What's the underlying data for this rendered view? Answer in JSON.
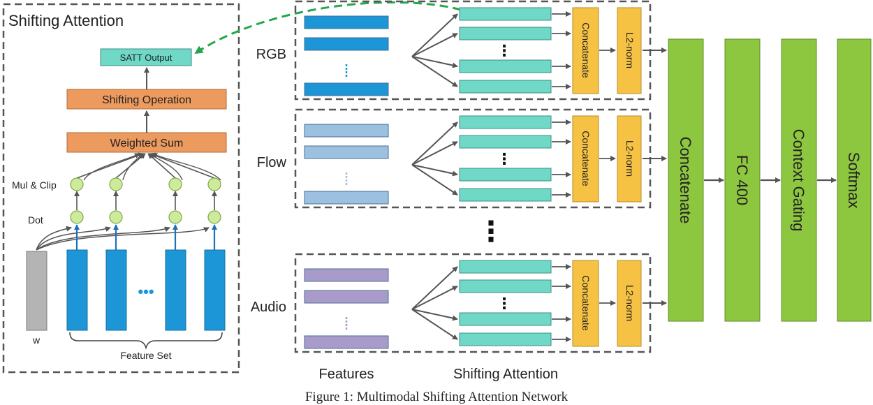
{
  "colors": {
    "orange": "#ed9a5e",
    "teal": "#6fd8c6",
    "yellow": "#f6c244",
    "green": "#8dc63f",
    "blue": "#1c96d6",
    "grey": "#b4b4b4",
    "node": "#cdeb9a",
    "dash_green": "#22a84a"
  },
  "left_panel": {
    "title": "Shifting Attention",
    "satt_output": "SATT Output",
    "shifting_operation": "Shifting Operation",
    "weighted_sum": "Weighted Sum",
    "mul_clip": "Mul & Clip",
    "dot": "Dot",
    "w_label": "w",
    "ellipsis": "•••",
    "feature_set": "Feature Set"
  },
  "modalities": [
    {
      "name": "RGB",
      "feature_color": "#1c96d6"
    },
    {
      "name": "Flow",
      "feature_color": "#9cc0e0"
    },
    {
      "name": "Audio",
      "feature_color": "#a99bc9"
    }
  ],
  "module": {
    "concatenate": "Concatenate",
    "l2norm": "L2-norm",
    "dots": "⋮"
  },
  "between_modules_dots": "⋮",
  "final_blocks": [
    "Concatenate",
    "FC 400",
    "Context Gating",
    "Softmax"
  ],
  "bottom_labels": {
    "features": "Features",
    "shifting_attention": "Shifting Attention"
  },
  "caption": "Figure 1: Multimodal Shifting Attention Network"
}
